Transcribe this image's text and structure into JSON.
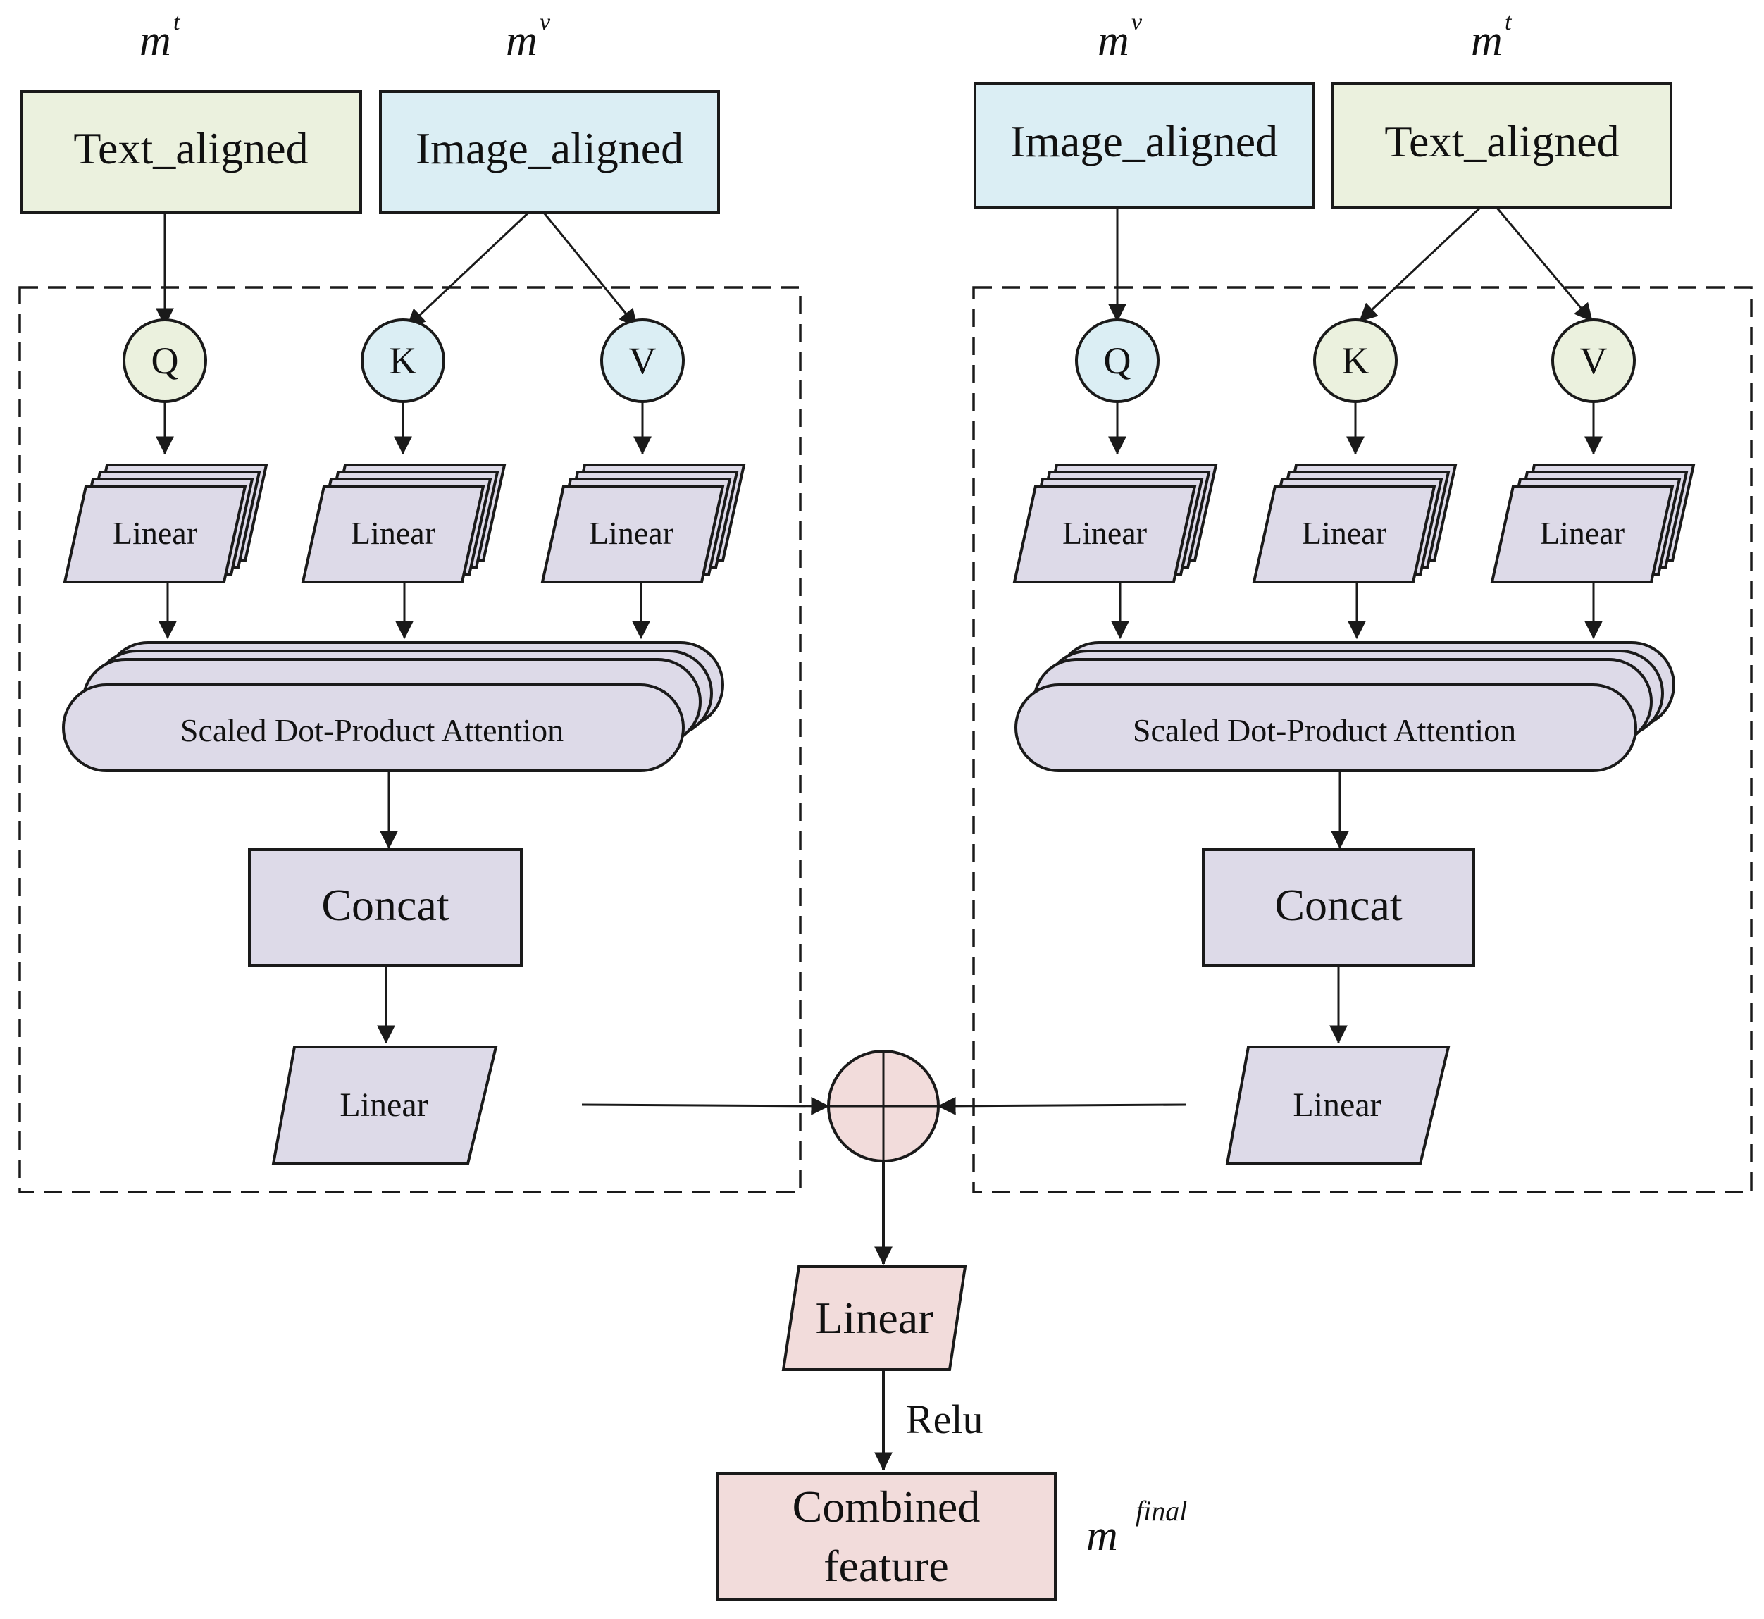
{
  "math_labels": {
    "left_text_sym": {
      "base": "m",
      "sup": "t"
    },
    "left_image_sym": {
      "base": "m",
      "sup": "v"
    },
    "right_image_sym": {
      "base": "m",
      "sup": "v"
    },
    "right_text_sym": {
      "base": "m",
      "sup": "t"
    },
    "final_sym": {
      "base": "m",
      "sup": "final"
    }
  },
  "left_block": {
    "text_input": "Text_aligned",
    "image_input": "Image_aligned",
    "q": "Q",
    "k": "K",
    "v": "V",
    "q_color": "#ebf1de",
    "k_color": "#dbeef4",
    "v_color": "#dbeef4",
    "linear_q": "Linear",
    "linear_k": "Linear",
    "linear_v": "Linear",
    "attention": "Scaled Dot-Product Attention",
    "concat": "Concat",
    "linear_out": "Linear"
  },
  "right_block": {
    "image_input": "Image_aligned",
    "text_input": "Text_aligned",
    "q": "Q",
    "k": "K",
    "v": "V",
    "q_color": "#dbeef4",
    "k_color": "#ebf1de",
    "v_color": "#ebf1de",
    "linear_q": "Linear",
    "linear_k": "Linear",
    "linear_v": "Linear",
    "attention": "Scaled Dot-Product Attention",
    "concat": "Concat",
    "linear_out": "Linear"
  },
  "fusion": {
    "operator_icon": "circle-plus-icon",
    "operator_color": "#f2dcdb",
    "linear": "Linear",
    "activation": "Relu",
    "output_line1": "Combined",
    "output_line2": "feature"
  },
  "colors": {
    "text_input": "#ebf1de",
    "image_input": "#dbeef4",
    "processing": "#dddae8",
    "fusion": "#f2dcdb"
  }
}
